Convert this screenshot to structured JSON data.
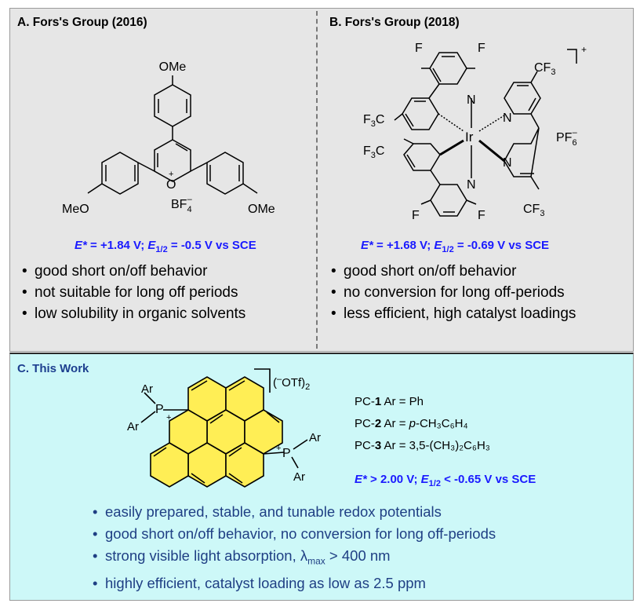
{
  "panel_a": {
    "heading": "A. Fors's Group (2016)",
    "metric": {
      "e_star_label": "E*",
      "e_star_value": " = +1.84 V; ",
      "e_half_label": "E",
      "e_half_sub": "1/2",
      "e_half_value": " = -0.5 V vs SCE"
    },
    "bullets": [
      "good short on/off behavior",
      "not suitable for long off periods",
      "low solubility in organic solvents"
    ],
    "structure_labels": {
      "ome_top": "OMe",
      "ome_left": "MeO",
      "ome_right": "OMe",
      "oxygen": "O",
      "plus": "+",
      "counterion": "BF",
      "counterion_sub": "4",
      "counterion_sup": "–"
    }
  },
  "panel_b": {
    "heading": "B. Fors's Group (2018)",
    "metric": {
      "e_star_label": "E*",
      "e_star_value": " = +1.68 V; ",
      "e_half_label": "E",
      "e_half_sub": "1/2",
      "e_half_value": " = -0.69 V vs SCE"
    },
    "bullets": [
      "good short on/off behavior",
      "no conversion for long off-periods",
      "less efficient, high catalyst loadings"
    ],
    "structure_labels": {
      "metal": "Ir",
      "n": "N",
      "f": "F",
      "cf3": "CF",
      "cf3_sub": "3",
      "f3c": "F",
      "f3c_sub": "3",
      "f3c_tail": "C",
      "charge": "+",
      "counterion": "PF",
      "counterion_sub": "6",
      "counterion_sup": "–"
    }
  },
  "panel_c": {
    "heading": "C. This Work",
    "counterion_text": "(",
    "counterion_sup": "–",
    "counterion_main": "OTf)",
    "counterion_sub": "2",
    "structure_labels": {
      "ar": "Ar",
      "p": "P",
      "plus": "+"
    },
    "catalysts": [
      {
        "prefix": "PC-",
        "num": "1",
        "text": " Ar = Ph"
      },
      {
        "prefix": "PC-",
        "num": "2",
        "text": " Ar = ",
        "italic": "p",
        "rest": "-CH₃C₆H₄"
      },
      {
        "prefix": "PC-",
        "num": "3",
        "text": " Ar = 3,5-(CH₃)₂C₆H₃"
      }
    ],
    "metric": {
      "e_star_label": "E*",
      "e_star_value": " > 2.00 V; ",
      "e_half_label": "E",
      "e_half_sub": "1/2",
      "e_half_value": " < -0.65 V vs SCE"
    },
    "bullets": [
      "easily prepared, stable, and tunable redox potentials",
      "good short on/off behavior, no conversion for long off-periods",
      "strong visible light absorption, λ",
      "highly efficient, catalyst loading as low as 2.5 ppm"
    ],
    "lambda_sub": "max",
    "lambda_tail": " > 400 nm"
  },
  "colors": {
    "panel_top_bg": "#e6e6e6",
    "panel_bottom_bg": "#cdf8f8",
    "metric_blue": "#1a1aff",
    "heading_c_blue": "#1d3f8f",
    "bullet_c_text": "#1f3f84",
    "ring_yellow": "#ffee55"
  }
}
